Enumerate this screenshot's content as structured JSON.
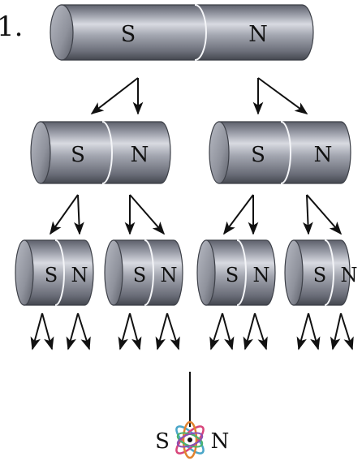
{
  "figure": {
    "corner_mark": "1.",
    "magnets": [
      {
        "south": "S",
        "north": "N"
      },
      {
        "south": "S",
        "north": "N"
      },
      {
        "south": "S",
        "north": "N"
      },
      {
        "south": "S",
        "north": "N"
      },
      {
        "south": "S",
        "north": "N"
      },
      {
        "south": "S",
        "north": "N"
      },
      {
        "south": "S",
        "north": "N"
      }
    ],
    "atom": {
      "south": "S",
      "north": "N"
    },
    "colors": {
      "magnet_body": "#8e919c",
      "magnet_shadow": "#4e515b",
      "magnet_highlight": "#d7d9e0",
      "arrow": "#111111",
      "orbit_colors": [
        "#d8457a",
        "#4aa6c8",
        "#e0832f",
        "#4bb36b",
        "#8a4fb4"
      ]
    }
  }
}
